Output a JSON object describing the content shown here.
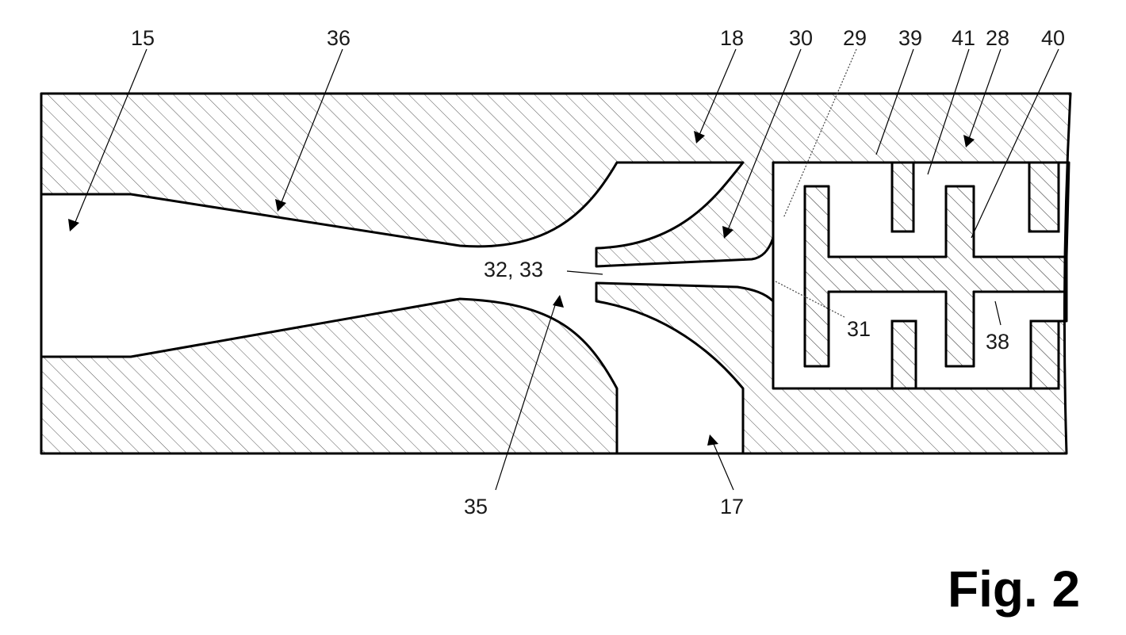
{
  "figure_label": "Fig. 2",
  "labels": {
    "l15": "15",
    "l36": "36",
    "l18": "18",
    "l30": "30",
    "l29": "29",
    "l39": "39",
    "l41": "41",
    "l28": "28",
    "l40": "40",
    "l32_33": "32, 33",
    "l31": "31",
    "l38": "38",
    "l35": "35",
    "l17": "17"
  },
  "colors": {
    "hatch": "#555555",
    "outline": "#000000",
    "background": "#ffffff"
  }
}
